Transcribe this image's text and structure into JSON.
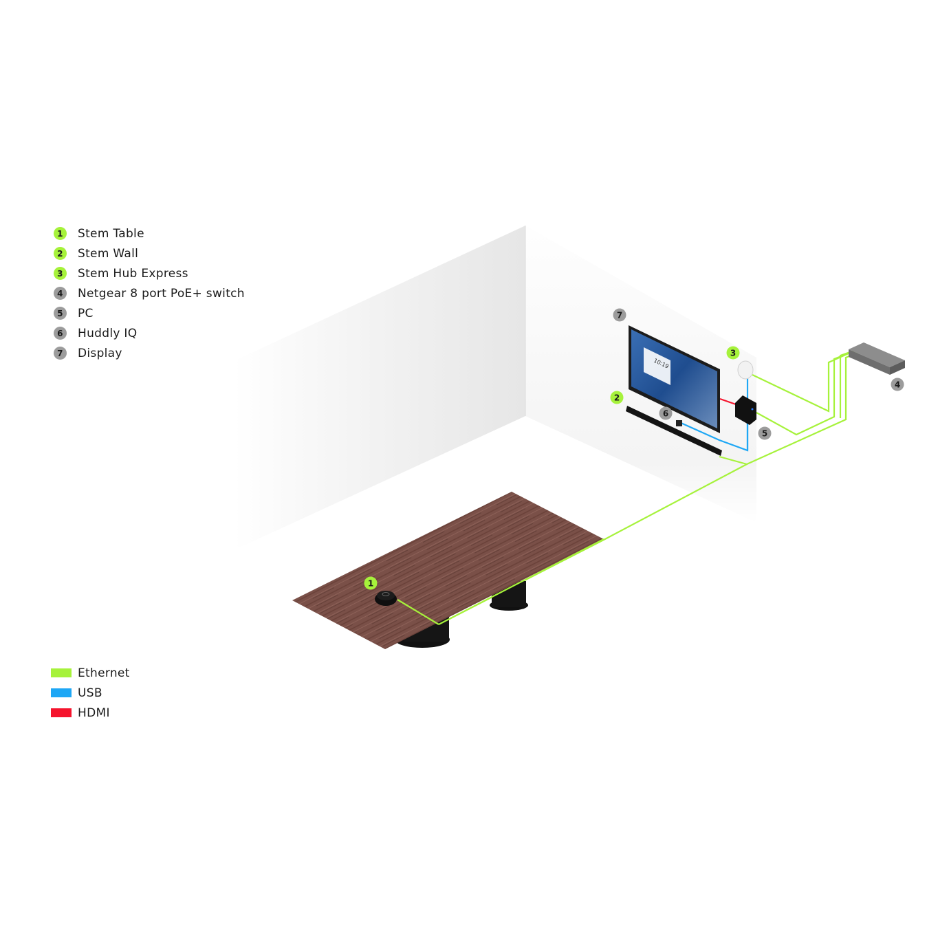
{
  "legend_devices": [
    {
      "num": "1",
      "label": "Stem Table",
      "color": "green"
    },
    {
      "num": "2",
      "label": "Stem Wall",
      "color": "green"
    },
    {
      "num": "3",
      "label": "Stem Hub Express",
      "color": "green"
    },
    {
      "num": "4",
      "label": "Netgear 8 port PoE+ switch",
      "color": "gray"
    },
    {
      "num": "5",
      "label": "PC",
      "color": "gray"
    },
    {
      "num": "6",
      "label": "Huddly IQ",
      "color": "gray"
    },
    {
      "num": "7",
      "label": "Display",
      "color": "gray"
    }
  ],
  "legend_cables": [
    {
      "label": "Ethernet",
      "color": "#a6f23b"
    },
    {
      "label": "USB",
      "color": "#1ea7f5"
    },
    {
      "label": "HDMI",
      "color": "#f5142d"
    }
  ],
  "callouts": {
    "stem_table": "1",
    "stem_wall": "2",
    "stem_hub_express": "3",
    "switch": "4",
    "pc": "5",
    "huddly": "6",
    "display": "7"
  },
  "display_screen": {
    "clock": "10:19"
  },
  "colors": {
    "badge_green": "#a6f23b",
    "badge_gray": "#9c9c9c",
    "ethernet": "#a6f23b",
    "usb": "#1ea7f5",
    "hdmi": "#f5142d",
    "table_wood": "#7a5048"
  }
}
